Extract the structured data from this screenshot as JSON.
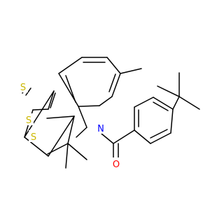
{
  "molecule": {
    "atoms": [
      {
        "id": "S1",
        "label": "S",
        "color": "#ccb800"
      },
      {
        "id": "S2",
        "label": "S",
        "color": "#ccb800"
      },
      {
        "id": "S3",
        "label": "S",
        "color": "#ccb800"
      },
      {
        "id": "N1",
        "label": "N",
        "color": "#0000ff"
      },
      {
        "id": "O1",
        "label": "O",
        "color": "#ff0000"
      }
    ],
    "bond_color": "#000000"
  }
}
